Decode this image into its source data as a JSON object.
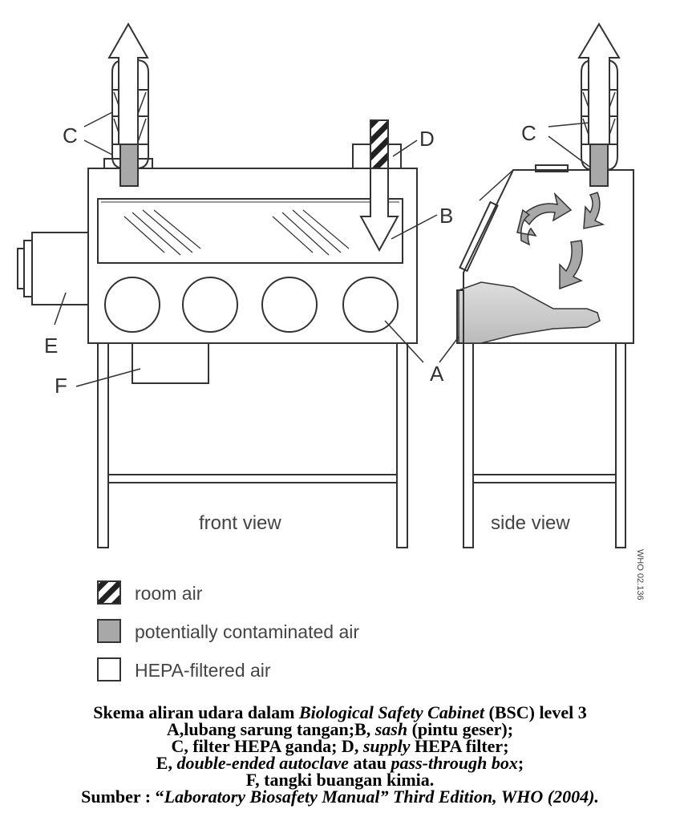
{
  "labels": {
    "a": "A",
    "b": "B",
    "c": "C",
    "d": "D",
    "e": "E",
    "f": "F"
  },
  "views": {
    "front": "front view",
    "side": "side view"
  },
  "stamp": "WHO 02.136",
  "legend": [
    {
      "icon": "hatched-square-icon",
      "text": "room air"
    },
    {
      "icon": "gray-square-icon",
      "text": "potentially contaminated air"
    },
    {
      "icon": "white-square-icon",
      "text": "HEPA-filtered air"
    }
  ],
  "caption": {
    "line1": {
      "a": "Skema aliran udara dalam ",
      "b": "Biological Safety Cabinet",
      "c": " (BSC) level 3"
    },
    "line2": {
      "a": "A,lubang sarung tangan;B, ",
      "b": "sash",
      "c": " (pintu geser);"
    },
    "line3": {
      "a": "C, filter HEPA ganda; D, ",
      "b": "supply",
      "c": " HEPA filter;"
    },
    "line4": {
      "a": "E, ",
      "b": "double-ended autoclave",
      "c": " atau ",
      "d": "pass-through box",
      "e": ";"
    },
    "line5": {
      "a": "F, tangki buangan kimia."
    },
    "line6": {
      "a": "Sumber : “",
      "b": "Laboratory Biosafety Manual” Third Edition, WHO (2004).",
      "c": ""
    }
  },
  "colors": {
    "line": "#333333",
    "contaminated_gray": "#a8a8a8"
  }
}
